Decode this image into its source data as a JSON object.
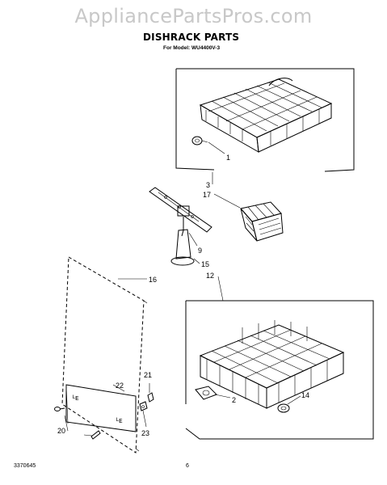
{
  "header": {
    "watermark": "AppliancePartsPros.com",
    "title": "DISHRACK PARTS",
    "model": "For Model: WU4400V-3"
  },
  "footer": {
    "doc_number": "3370645",
    "page_number": "6"
  },
  "callouts": [
    "1",
    "3",
    "17",
    "9",
    "15",
    "12",
    "16",
    "22",
    "21",
    "20",
    "23",
    "2",
    "14"
  ],
  "panel_labels": [
    "ᴸᴇ",
    "ᴸᴇ"
  ]
}
